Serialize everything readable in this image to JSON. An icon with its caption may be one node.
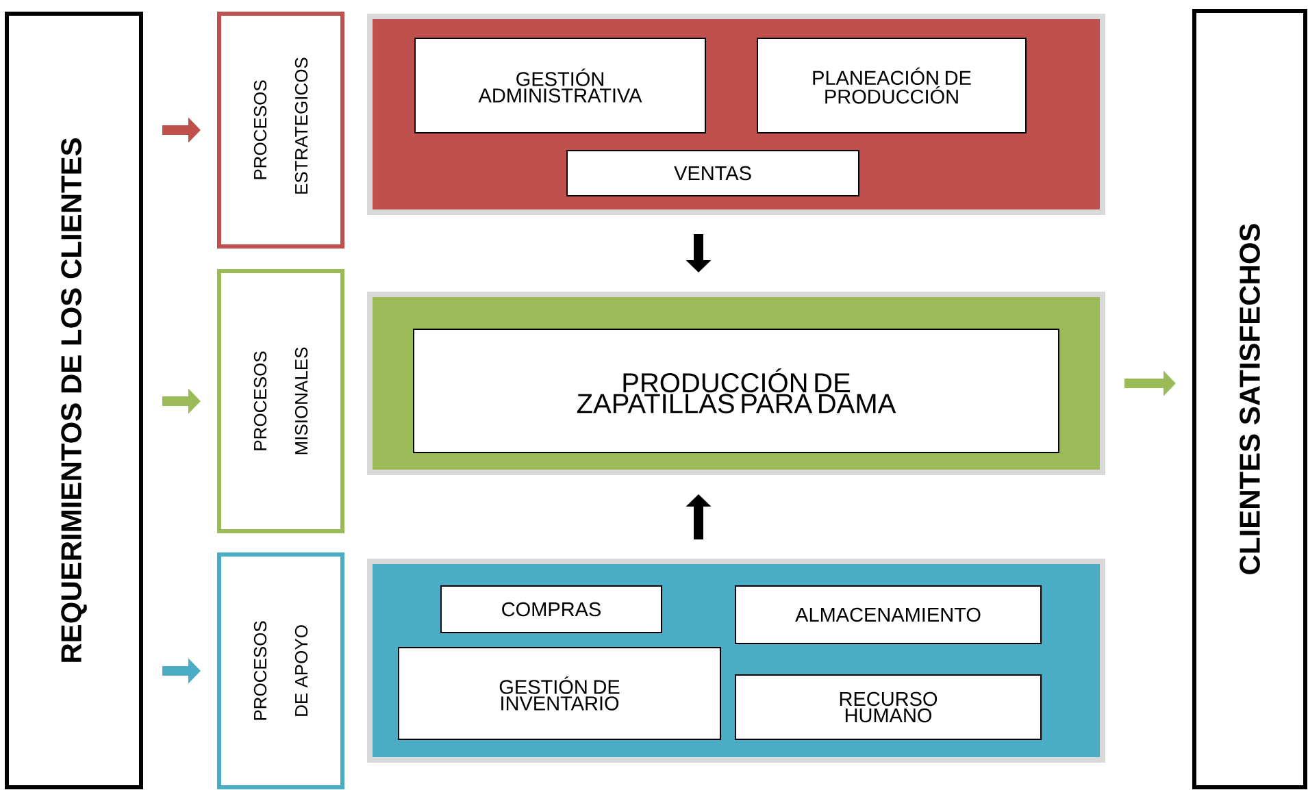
{
  "diagram": {
    "nodes": [
      {
        "text": [
          "REQUERIMIENTOS  DE LOS CLIENTES"
        ]
      },
      {
        "text": [
          "PROCESOS ESTRATEGICOS"
        ]
      },
      {
        "text": [],
        "shape": "box"
      },
      {
        "text": [
          "GESTIÓN ADMINISTRATIVA"
        ],
        "in": 2
      },
      {
        "text": [
          "PLANEACIÓN DE PRODUCCIÓN"
        ],
        "in": 2
      },
      {
        "text": [
          "VENTAS"
        ],
        "in": 2
      },
      {
        "text": [
          "PROCESOS MISIONALES"
        ]
      },
      {
        "text": [],
        "shape": "box"
      },
      {
        "text": [
          "PRODUCCIÓN DE ZAPATILLAS PARA DAMA"
        ],
        "in": 7
      },
      {
        "text": [
          "PROCESOS DE APOYO"
        ]
      },
      {
        "text": [],
        "shape": "box"
      },
      {
        "text": [
          "COMPRAS"
        ],
        "in": 10
      },
      {
        "text": [
          "ALMACENAMIENTO"
        ],
        "in": 10
      },
      {
        "text": [
          "GESTIÓN DE INVENTARIO"
        ],
        "in": 10
      },
      {
        "text": [
          "RECURSO HUMANO"
        ],
        "in": 10
      },
      {
        "text": [
          "CLIENTES SATISFECHOS"
        ]
      }
    ],
    "edges": [
      {
        "from": 0,
        "to": 1,
        "arrow": "to",
        "color": "#c0504d"
      },
      {
        "from": 0,
        "to": 6,
        "arrow": "to",
        "color": "#9bbb59"
      },
      {
        "from": 0,
        "to": 9,
        "arrow": "to",
        "color": "#4bacc6"
      },
      {
        "from": 2,
        "to": 7,
        "arrow": "to",
        "color": "#000000"
      },
      {
        "from": 10,
        "to": 7,
        "arrow": "to",
        "color": "#000000"
      },
      {
        "from": 7,
        "to": 15,
        "arrow": "to",
        "color": "#9bbb59"
      }
    ]
  }
}
